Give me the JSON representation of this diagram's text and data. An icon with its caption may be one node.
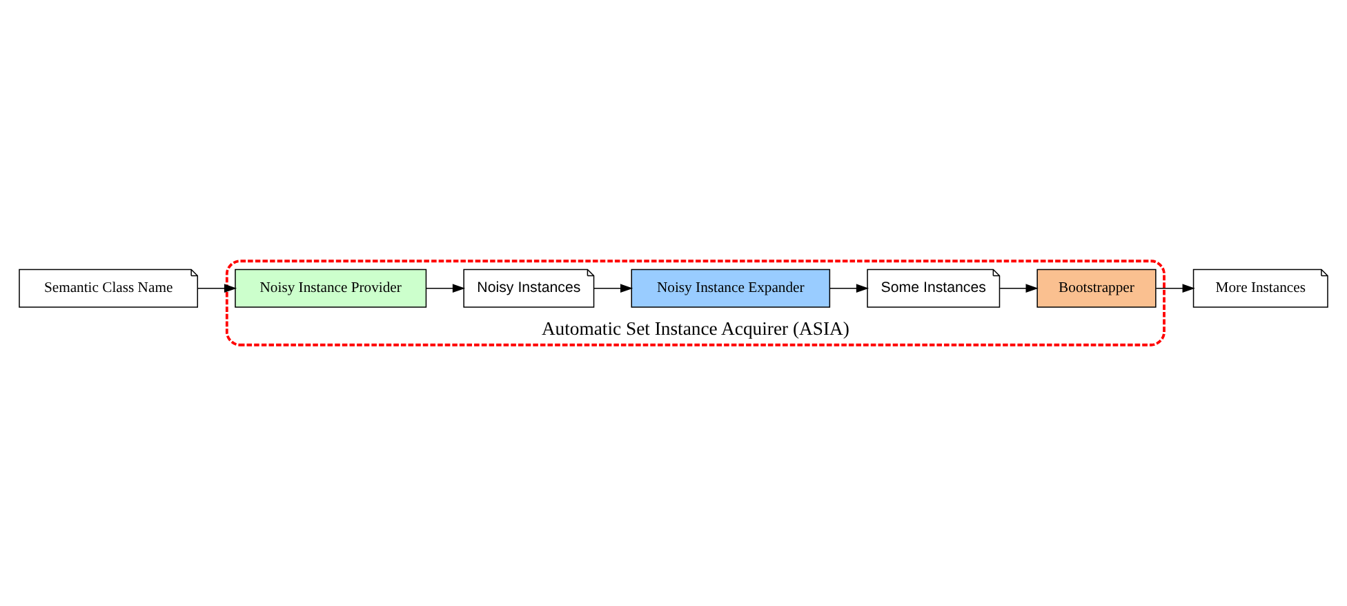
{
  "diagram": {
    "nodes": [
      {
        "text": [
          "Automatic Set Instance Acquirer (ASIA)"
        ]
      },
      {
        "text": [
          "Semantic Class Name"
        ]
      },
      {
        "text": [
          "Noisy Instance Provider"
        ],
        "in": 0
      },
      {
        "text": [
          "Noisy Instances"
        ],
        "in": 0
      },
      {
        "text": [
          "Noisy Instance Expander"
        ],
        "in": 0
      },
      {
        "text": [
          "Some Instances"
        ],
        "in": 0
      },
      {
        "text": [
          "Bootstrapper"
        ],
        "in": 0
      },
      {
        "text": [
          "More Instances"
        ]
      }
    ],
    "edges": [
      {
        "from": 1,
        "to": 2,
        "arrow": "to"
      },
      {
        "from": 2,
        "to": 3,
        "arrow": "to"
      },
      {
        "from": 3,
        "to": 4,
        "arrow": "to"
      },
      {
        "from": 4,
        "to": 5,
        "arrow": "to"
      },
      {
        "from": 5,
        "to": 6,
        "arrow": "to"
      },
      {
        "from": 6,
        "to": 7,
        "arrow": "to"
      }
    ]
  }
}
